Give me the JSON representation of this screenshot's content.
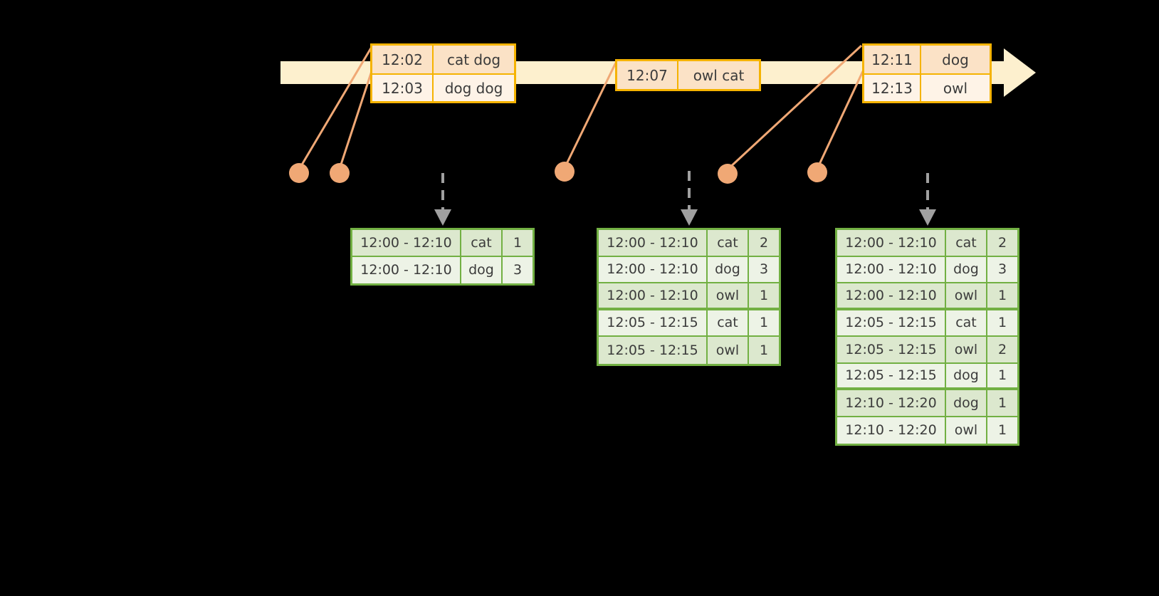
{
  "diagram": {
    "title": "windowed-stream-aggregation-diagram",
    "colors": {
      "background": "#000000",
      "timeline_fill": "#FDF0CE",
      "event_border": "#F5B301",
      "event_fill_shade": "#FBE2C6",
      "event_fill_plain": "#FEF3E7",
      "connector": "#F0A875",
      "dot": "#F0A875",
      "table_border": "#72B043",
      "table_fill_band": "#DCE8CE",
      "table_fill_plain": "#EDF3E6",
      "arrow": "#A0A0A0",
      "text": "#3b3b3b"
    }
  },
  "timeline": {
    "name": "event-stream-timeline",
    "direction": "right",
    "event_groups": [
      {
        "name": "event-group-1",
        "events": [
          {
            "time": "12:02",
            "value": "cat dog"
          },
          {
            "time": "12:03",
            "value": "dog dog"
          }
        ]
      },
      {
        "name": "event-group-2",
        "events": [
          {
            "time": "12:07",
            "value": "owl cat"
          }
        ]
      },
      {
        "name": "event-group-3",
        "events": [
          {
            "time": "12:11",
            "value": "dog"
          },
          {
            "time": "12:13",
            "value": "owl"
          }
        ]
      }
    ]
  },
  "connector_dots": [
    {
      "name": "dot-1"
    },
    {
      "name": "dot-2"
    },
    {
      "name": "dot-3"
    },
    {
      "name": "dot-4"
    },
    {
      "name": "dot-5"
    }
  ],
  "result_tables": [
    {
      "name": "result-table-1",
      "rows": [
        {
          "range": "12:00 - 12:10",
          "key": "cat",
          "count": "1"
        },
        {
          "range": "12:00 - 12:10",
          "key": "dog",
          "count": "3"
        }
      ]
    },
    {
      "name": "result-table-2",
      "rows": [
        {
          "range": "12:00 - 12:10",
          "key": "cat",
          "count": "2"
        },
        {
          "range": "12:00 - 12:10",
          "key": "dog",
          "count": "3"
        },
        {
          "range": "12:00 - 12:10",
          "key": "owl",
          "count": "1"
        },
        {
          "range": "12:05 - 12:15",
          "key": "cat",
          "count": "1"
        },
        {
          "range": "12:05 - 12:15",
          "key": "owl",
          "count": "1"
        }
      ]
    },
    {
      "name": "result-table-3",
      "rows": [
        {
          "range": "12:00 - 12:10",
          "key": "cat",
          "count": "2"
        },
        {
          "range": "12:00 - 12:10",
          "key": "dog",
          "count": "3"
        },
        {
          "range": "12:00 - 12:10",
          "key": "owl",
          "count": "1"
        },
        {
          "range": "12:05 - 12:15",
          "key": "cat",
          "count": "1"
        },
        {
          "range": "12:05 - 12:15",
          "key": "owl",
          "count": "2"
        },
        {
          "range": "12:05 - 12:15",
          "key": "dog",
          "count": "1"
        },
        {
          "range": "12:10 - 12:20",
          "key": "dog",
          "count": "1"
        },
        {
          "range": "12:10 - 12:20",
          "key": "owl",
          "count": "1"
        }
      ]
    }
  ]
}
